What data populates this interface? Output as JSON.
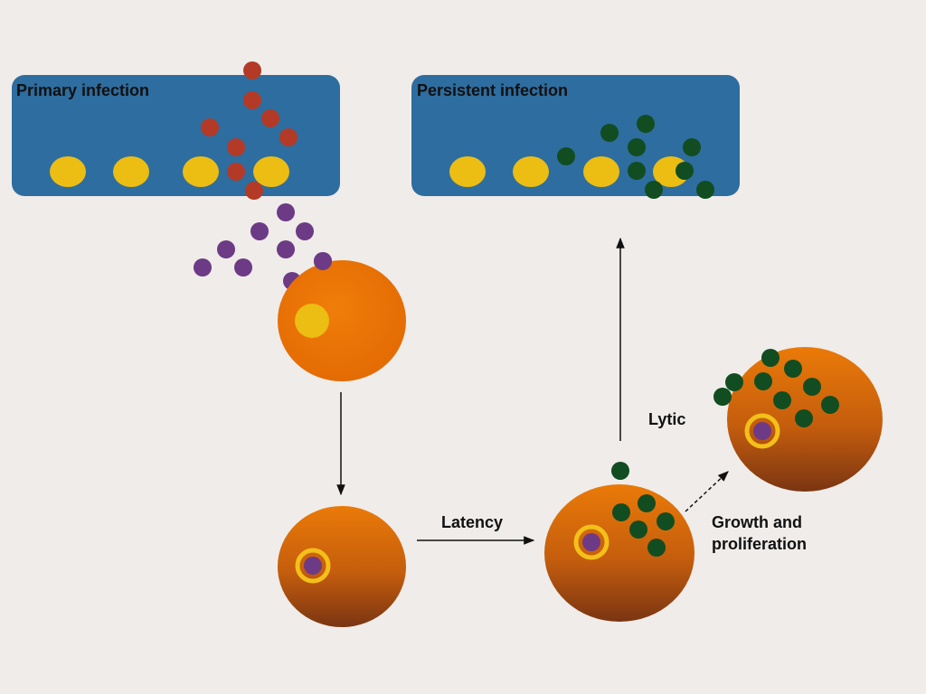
{
  "panels": {
    "primary": {
      "title": "Primary infection"
    },
    "persistent": {
      "title": "Persistent infection"
    }
  },
  "labels": {
    "latency": "Latency",
    "lytic": "Lytic",
    "growth_line1": "Growth and",
    "growth_line2": "proliferation"
  },
  "colors": {
    "background": "#efecea",
    "epithelium": "#2e6d9f",
    "epithelial_nucleus": "#ecbd12",
    "red_virion": "#b33a26",
    "purple_virion": "#6d3a86",
    "green_virion": "#114d20",
    "cell_orange": "#ea7306",
    "cell_brown": "#8a3e12",
    "latent_episome_ring": "#f3c019"
  }
}
